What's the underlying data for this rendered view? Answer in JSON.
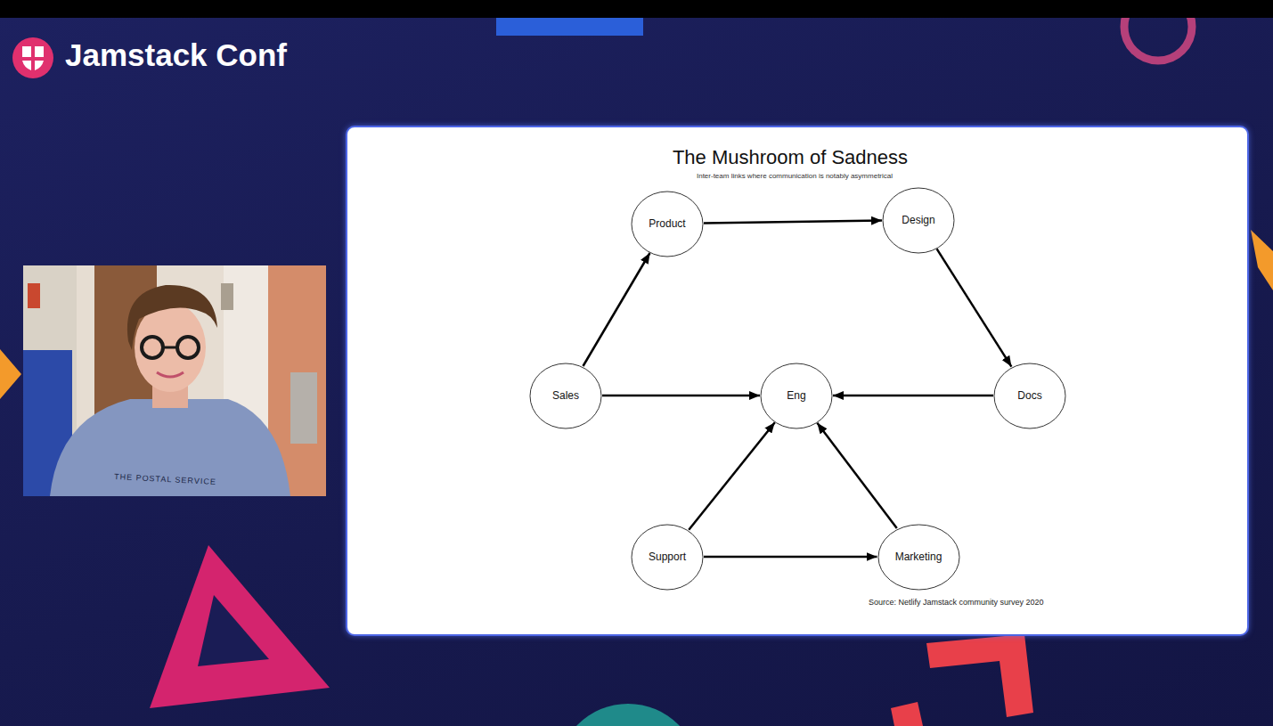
{
  "diagram": {
    "title": "The Mushroom of Sadness",
    "nodes": [
      {
        "text": [
          "Product"
        ]
      },
      {
        "text": [
          "Design"
        ]
      },
      {
        "text": [
          "Sales"
        ]
      },
      {
        "text": [
          "Eng"
        ]
      },
      {
        "text": [
          "Docs"
        ]
      },
      {
        "text": [
          "Support"
        ]
      },
      {
        "text": [
          "Marketing"
        ]
      }
    ],
    "edges": [
      {
        "from": 0,
        "to": 1,
        "arrow": "to"
      },
      {
        "from": 1,
        "to": 4,
        "arrow": "to"
      },
      {
        "from": 2,
        "to": 0,
        "arrow": "to"
      },
      {
        "from": 2,
        "to": 3,
        "arrow": "to"
      },
      {
        "from": 4,
        "to": 3,
        "arrow": "to"
      },
      {
        "from": 5,
        "to": 3,
        "arrow": "to"
      },
      {
        "from": 6,
        "to": 3,
        "arrow": "to"
      },
      {
        "from": 5,
        "to": 6,
        "arrow": "to"
      }
    ],
    "labels": [
      "Jamstack Conf",
      "Inter-team links where communication is notably asymmetrical",
      "Source: Netlify Jamstack community survey 2020",
      "THE POSTAL SERVICE"
    ]
  }
}
